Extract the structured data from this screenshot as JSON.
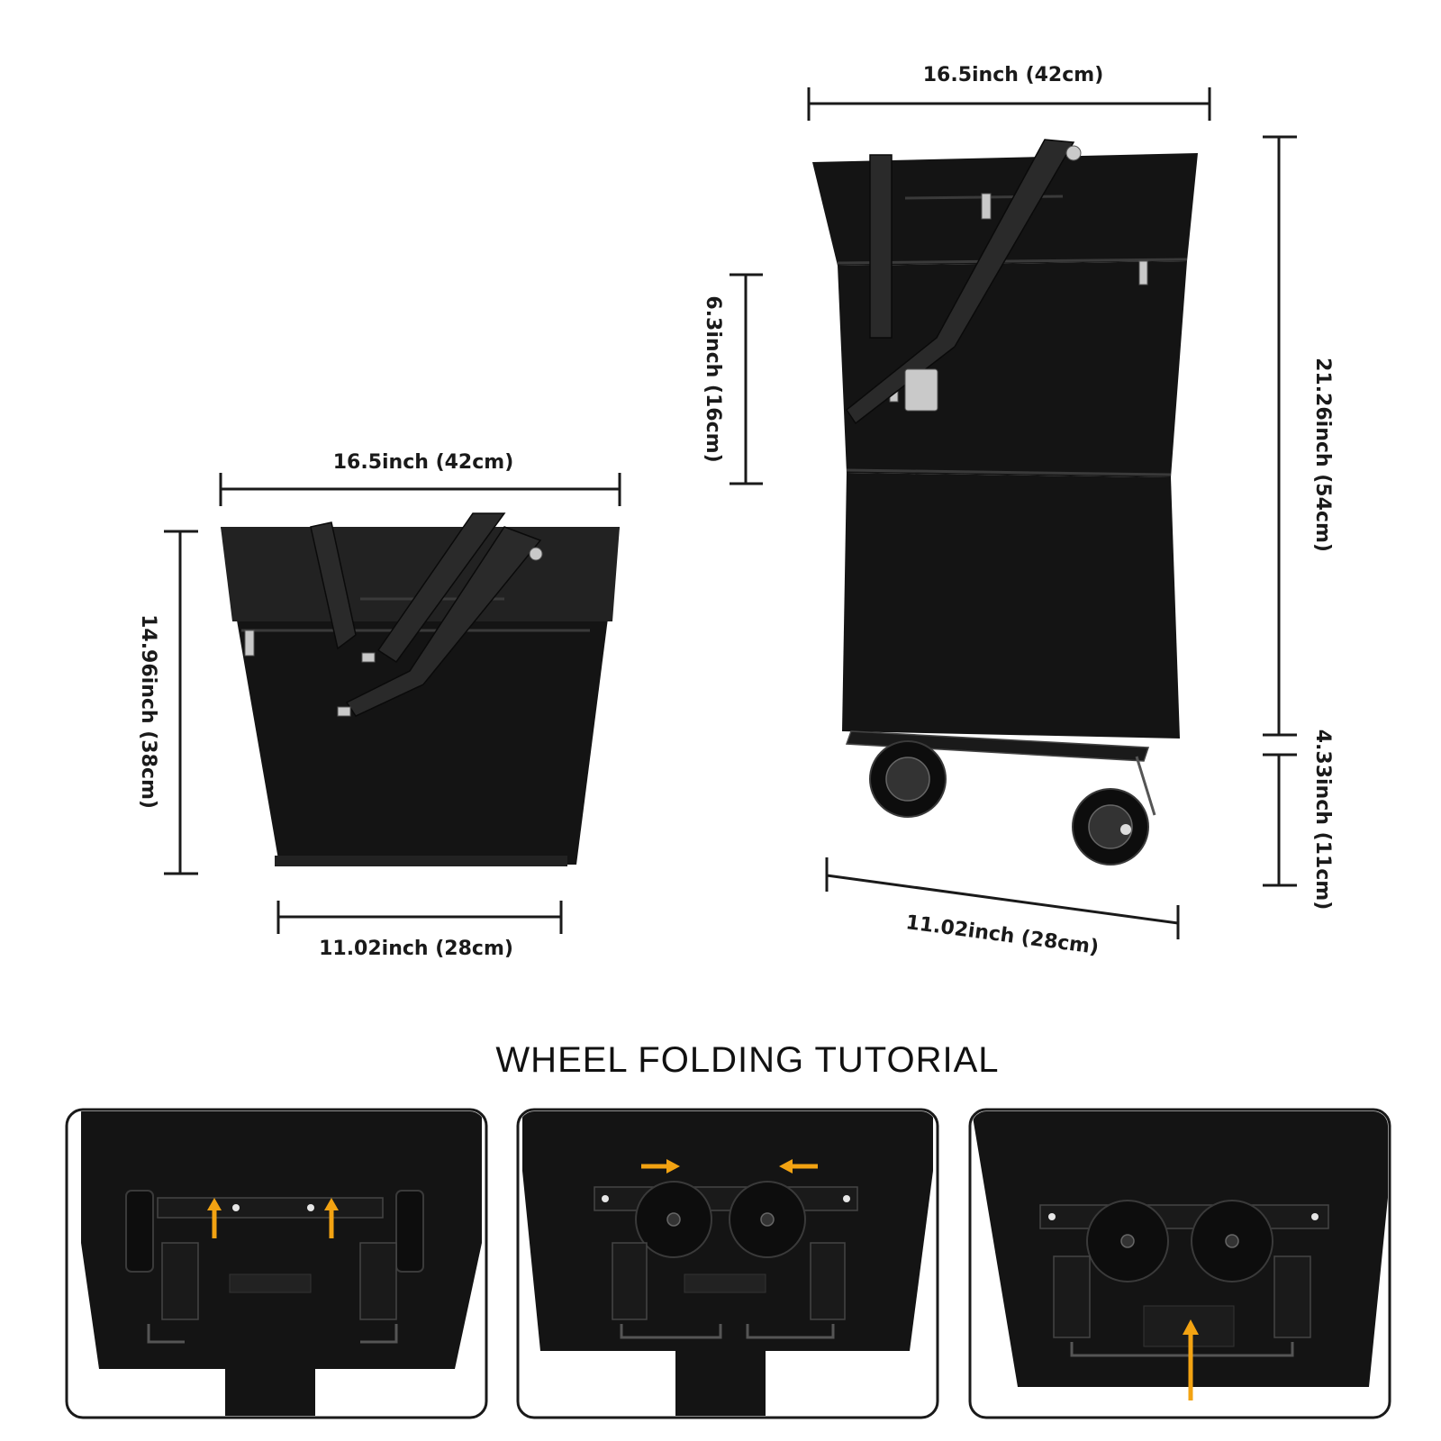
{
  "dimensions": {
    "tote_width": "16.5inch (42cm)",
    "tote_height": "14.96inch (38cm)",
    "tote_depth": "11.02inch (28cm)",
    "trolley_width": "16.5inch (42cm)",
    "trolley_extension": "6.3inch (16cm)",
    "trolley_height": "21.26inch (54cm)",
    "trolley_wheel_height": "4.33inch (11cm)",
    "trolley_depth": "11.02inch (28cm)"
  },
  "tutorial": {
    "title": "WHEEL FOLDING TUTORIAL"
  },
  "colors": {
    "bag": "#141414",
    "arrow": "#f3a312",
    "text": "#1a1a1a"
  }
}
